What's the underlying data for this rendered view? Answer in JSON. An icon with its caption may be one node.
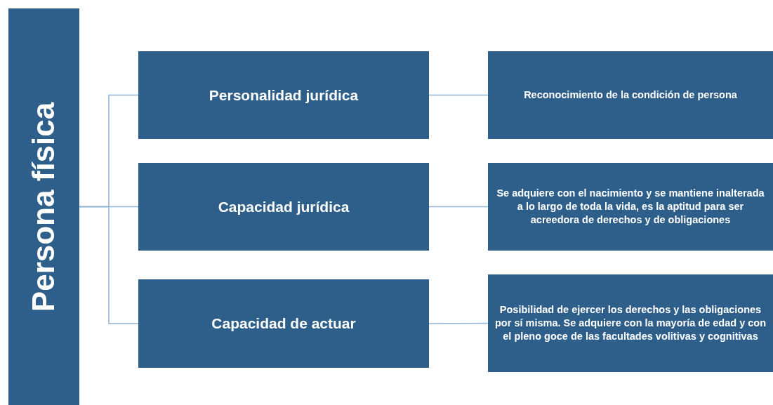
{
  "diagram": {
    "nodes": [
      {
        "text": [
          "Persona física"
        ]
      },
      {
        "text": [
          "Personalidad jurídica"
        ]
      },
      {
        "text": [
          "Capacidad  jurídica"
        ]
      },
      {
        "text": [
          "Capacidad  de actuar"
        ]
      },
      {
        "text": [
          "Reconocimiento de la condición de persona"
        ]
      },
      {
        "text": [
          "Se adquiere con el nacimiento y se mantiene inalterada a lo largo de toda la vida, es la aptitud para ser acreedora de derechos y de obligaciones"
        ]
      },
      {
        "text": [
          "Posibilidad de ejercer los derechos y las obligaciones por sí misma.  Se adquiere con la mayoría de edad y con el pleno goce de las facultades volitivas y cognitivas"
        ]
      }
    ],
    "edges": [
      {
        "from": 0,
        "to": 1,
        "arrow": "none"
      },
      {
        "from": 0,
        "to": 2,
        "arrow": "none"
      },
      {
        "from": 0,
        "to": 3,
        "arrow": "none"
      },
      {
        "from": 1,
        "to": 4,
        "arrow": "none"
      },
      {
        "from": 2,
        "to": 5,
        "arrow": "none"
      },
      {
        "from": 3,
        "to": 6,
        "arrow": "none"
      }
    ]
  }
}
